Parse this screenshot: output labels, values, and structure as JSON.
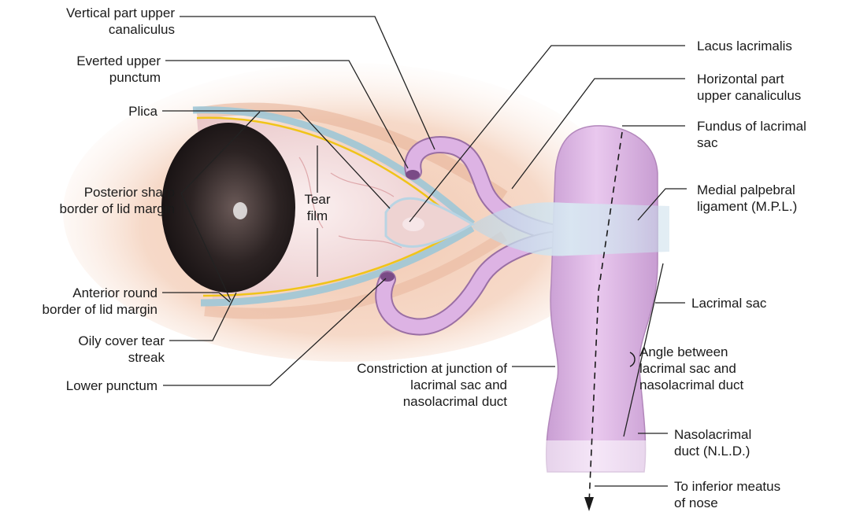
{
  "labels": {
    "vertical_upper": "Vertical part upper\ncanaliculus",
    "everted_upper": "Everted upper\npunctum",
    "plica": "Plica",
    "posterior_border": "Posterior sharp\nborder of lid margin",
    "anterior_border": "Anterior round\nborder of lid margin",
    "oily_cover": "Oily cover tear\nstreak",
    "lower_punctum": "Lower punctum",
    "tear_film": "Tear\nfilm",
    "constriction": "Constriction at junction of\nlacrimal sac and\nnasolacrimal duct",
    "lacus": "Lacus lacrimalis",
    "horizontal_upper": "Horizontal part\nupper canaliculus",
    "fundus": "Fundus of lacrimal\nsac",
    "mpl": "Medial palpebral\nligament (M.P.L.)",
    "lacrimal_sac": "Lacrimal sac",
    "angle": "Angle between\nlacrimal sac and\nnasolacrimal duct",
    "nld": "Nasolacrimal\nduct (N.L.D.)",
    "inferior_meatus": "To inferior meatus\nof nose"
  },
  "colors": {
    "skin": "#efc4ac",
    "sclera": "#f4dede",
    "iris": "#2b2222",
    "duct": "#dcaee2",
    "duct_edge": "#9a6fa4",
    "ligament": "#cfe1ee",
    "tear": "#f0c419",
    "lid_margin": "#9fc7d6",
    "leader": "#222222"
  }
}
